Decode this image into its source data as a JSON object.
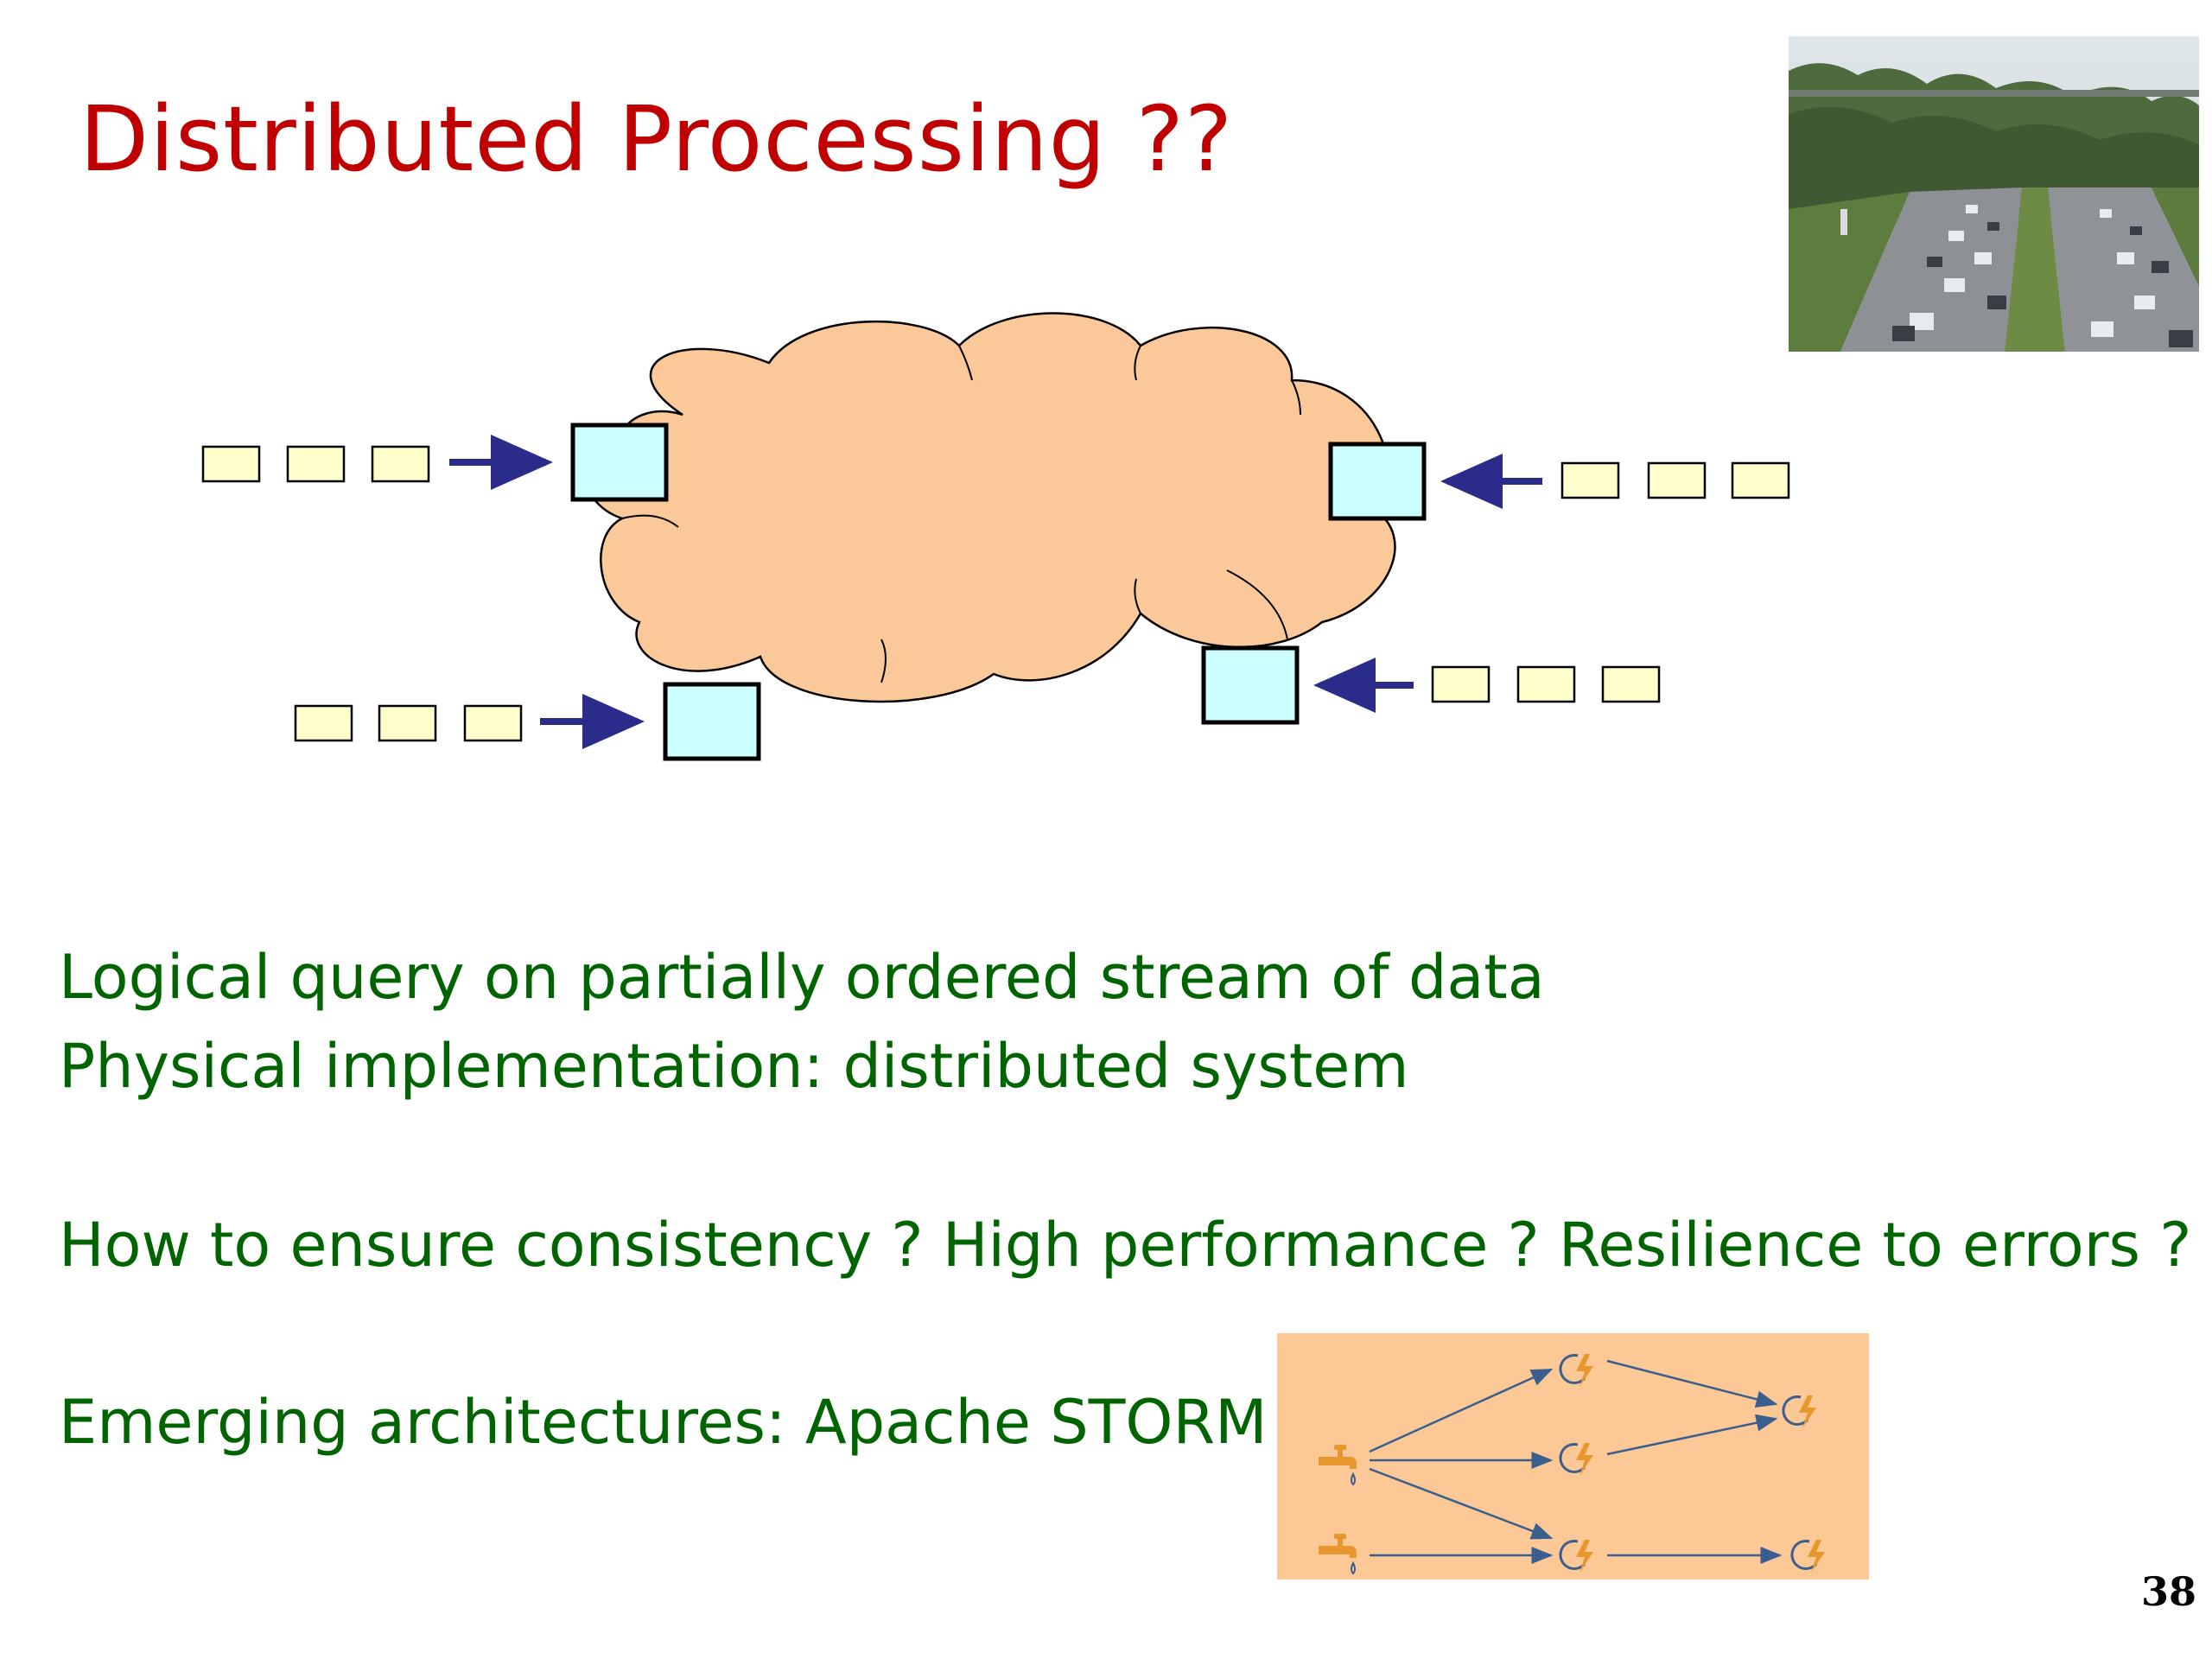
{
  "slide": {
    "title": "Distributed Processing ??",
    "bullets": [
      "Logical query on partially ordered stream of data",
      "Physical implementation: distributed system",
      "How to ensure consistency ? High performance ? Resilience to errors ?",
      "Emerging architectures: Apache STORM"
    ],
    "page_number": "38"
  },
  "colors": {
    "title": "#c00000",
    "text": "#006400",
    "cloud_fill": "#fbc89a",
    "node_fill": "#ccffff",
    "item_fill": "#ffffcc",
    "arrow": "#2b2b8c",
    "storm_bg": "#fcc996",
    "storm_icon": "#e8962e",
    "storm_edge": "#3a5f8f"
  },
  "icons": {
    "photo": "highway-traffic-photo",
    "spout": "faucet-icon",
    "bolt": "lightning-bolt-icon"
  }
}
